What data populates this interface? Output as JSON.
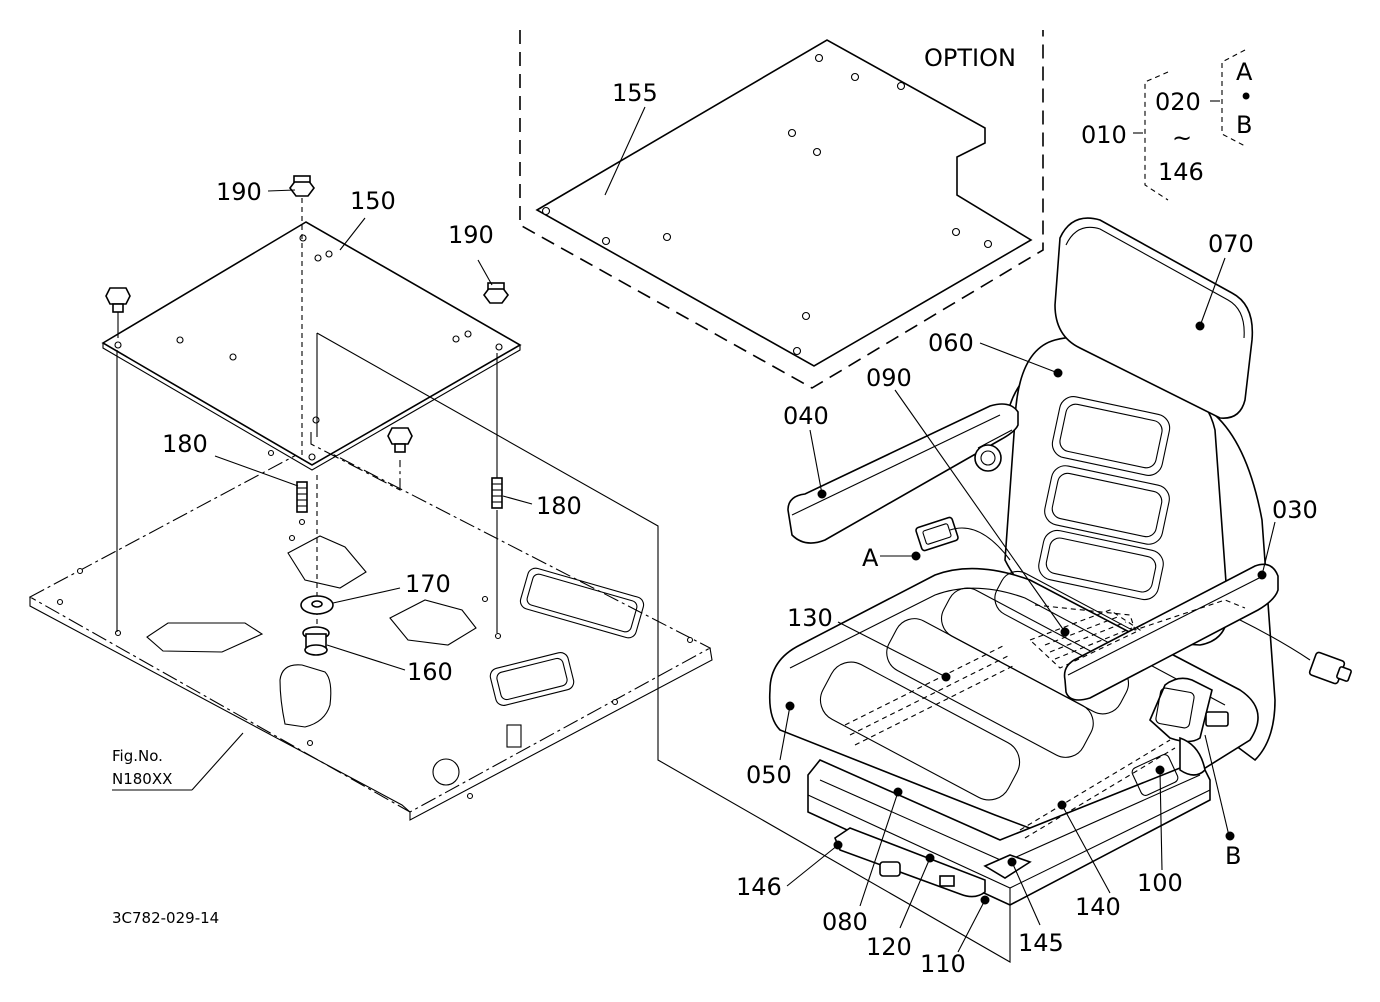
{
  "drawing_code": "3C782-029-14",
  "figure_ref": {
    "line1": "Fig.No.",
    "line2": "N180XX"
  },
  "option_label": "OPTION",
  "callouts": {
    "p010": "010",
    "p020": "020",
    "p146_range": "146",
    "tilde": "~",
    "A_top": "A",
    "bullet": "•",
    "B_top": "B",
    "p030": "030",
    "p040": "040",
    "p050": "050",
    "p060": "060",
    "p070": "070",
    "p080": "080",
    "p090": "090",
    "p100": "100",
    "p110": "110",
    "p120": "120",
    "p130": "130",
    "p140": "140",
    "p145": "145",
    "p146": "146",
    "p150": "150",
    "p155": "155",
    "p160": "160",
    "p170": "170",
    "p180_left": "180",
    "p180_right": "180",
    "p190_left": "190",
    "p190_right": "190",
    "A_belt": "A",
    "B_belt": "B"
  }
}
